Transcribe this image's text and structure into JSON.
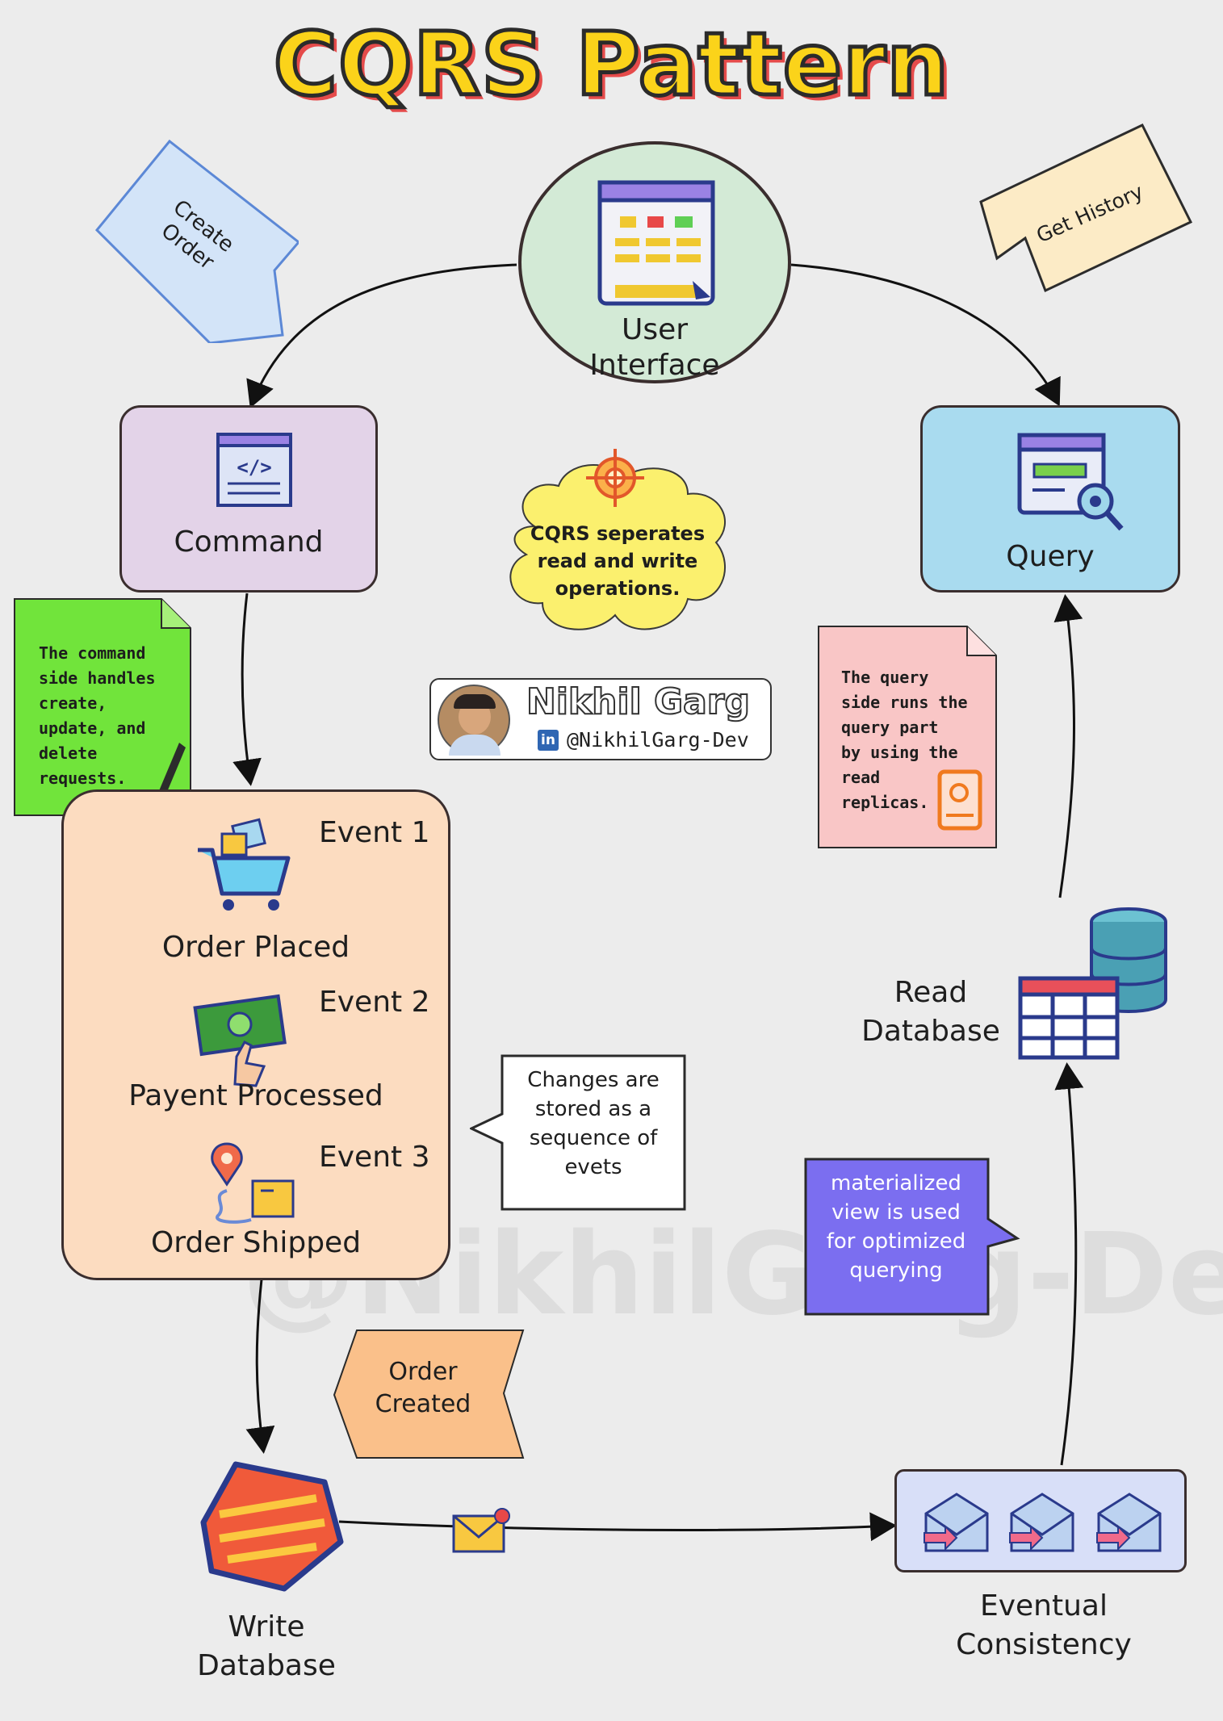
{
  "title": "CQRS Pattern",
  "nodes": {
    "user_interface": "User\nInterface",
    "command": "Command",
    "query": "Query",
    "read_database": "Read\nDatabase",
    "write_database": "Write\nDatabase",
    "eventual_consistency": "Eventual\nConsistency"
  },
  "flags": {
    "create_order": "Create\nOrder",
    "get_history": "Get History",
    "order_created": "Order\nCreated"
  },
  "events": [
    {
      "tag": "Event 1",
      "name": "Order Placed"
    },
    {
      "tag": "Event 2",
      "name": "Payent Processed"
    },
    {
      "tag": "Event 3",
      "name": "Order Shipped"
    }
  ],
  "callouts": {
    "cloud": "CQRS seperates\nread and write\noperations.",
    "command_note": "The command\nside handles\ncreate,\nupdate, and\ndelete\nrequests.",
    "query_note": "The query\nside runs the\nquery part\nby using the\nread\nreplicas.",
    "event_store": "Changes are\nstored as a\nsequence of\nevets",
    "materialized": "materialized\nview is used\nfor optimized\nquerying"
  },
  "author": {
    "name": "Nikhil Garg",
    "handle": "@NikhilGarg-Dev",
    "linkedin_badge": "in"
  },
  "watermark": "@NikhilGarg-Dev",
  "colors": {
    "title_fill": "#fbd31a",
    "title_shadow": "#e54b4b",
    "command_bg": "#e3d3e8",
    "query_bg": "#a9dbef",
    "ui_bg": "#d3ead6",
    "events_bg": "#fcdcc0",
    "command_note_bg": "#71e43b",
    "query_note_bg": "#f9c6c6",
    "cloud_bg": "#fbf06e",
    "materialized_bg": "#7b6ef0"
  },
  "icons": [
    "monitor-icon",
    "code-icon",
    "search-window-icon",
    "target-icon",
    "cart-icon",
    "money-icon",
    "shipping-icon",
    "database-icon",
    "table-icon",
    "layers-icon",
    "envelope-icon",
    "mail-forward-icon",
    "pencil-icon",
    "book-icon",
    "linkedin-icon"
  ]
}
